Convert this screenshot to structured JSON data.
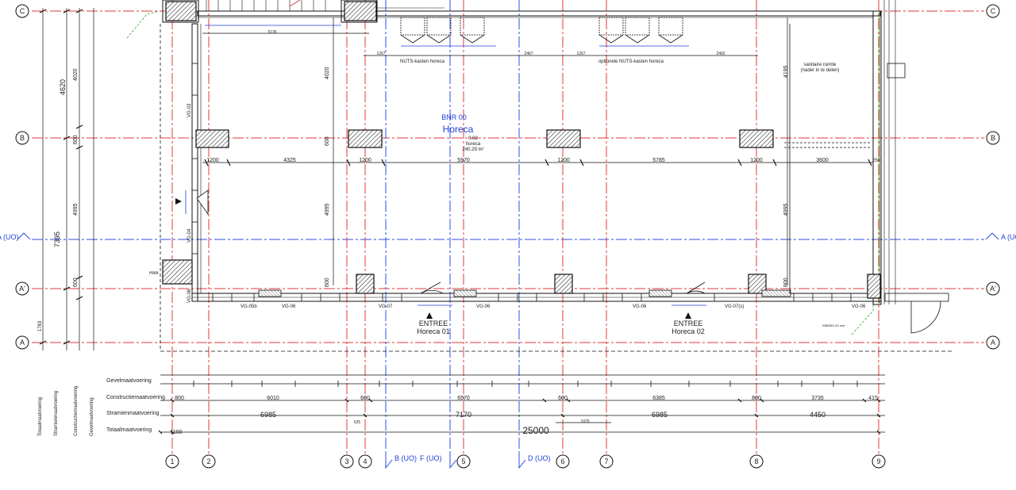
{
  "unit": {
    "code": "BNR 00",
    "name": "Horeca",
    "room_no": "0.02",
    "room_use": "horeca",
    "room_area": "240.29 m²"
  },
  "labels": {
    "nuts_left": "NUTS-kasten horeca",
    "nuts_right": "optionele NUTS-kasten horeca",
    "sanitary_line1": "sanitaire ruimte",
    "sanitary_line2": "(nader in te delen)",
    "entrance1_line1": "ENTREE",
    "entrance1_line2": "Horeca 01",
    "entrance2_line1": "ENTREE",
    "entrance2_line2": "Horeca 02",
    "hwa": "HWA",
    "minima_note": "WBDBO 60 min."
  },
  "grid": {
    "horizontal": [
      "C",
      "B",
      "A'",
      "A"
    ],
    "vertical": [
      "1",
      "2",
      "3",
      "4",
      "5",
      "6",
      "7",
      "8",
      "9"
    ],
    "blue_horizontal": "A (UO)",
    "blue_vertical": [
      "B (UO)",
      "F (UO)",
      "D (UO)"
    ]
  },
  "vertical_dims": {
    "total_outer": "7395",
    "cb": "4620",
    "ba": "4995",
    "aa": "1783",
    "b_band": "600",
    "a_band": "600",
    "inner_cb": "4020",
    "inner_ba": "4995",
    "inner_ba_right": "4995",
    "inner_cb_right": "4195",
    "small_800": "800",
    "side_250": "250"
  },
  "wall_codes": {
    "vg03": "VG-03",
    "vg04": "VG-04",
    "vg06_side": "VG-06",
    "vg05b": "VG-05b",
    "vg06_a": "VG-06",
    "vg07": "VG-07",
    "vg06_b": "VG-06",
    "vg06_c": "VG-06",
    "vg07s": "VG-07(s)",
    "vg06_d": "VG-06"
  },
  "col_dims": {
    "c1": "1200",
    "s1": "4325",
    "c2": "1200",
    "s2": "5970",
    "c3": "1200",
    "s3": "5785",
    "c4": "1200",
    "s4": "3600",
    "end": "250"
  },
  "top_dims": {
    "t1": "1267",
    "t2": "2467",
    "t3": "1267",
    "t4": "2492",
    "t5": "5135"
  },
  "dimension_rows": {
    "labels": [
      "Gevelmaatvoering",
      "Constructiemaatvoering",
      "Stramienmaatvoering",
      "Totaalmaatvoering"
    ],
    "side_labels": [
      "Totaalmaatvoering",
      "Stramienmaatvoering",
      "Constructiemaatvoering",
      "Gevelmaatvoering"
    ],
    "construction": [
      "800",
      "6010",
      "600",
      "6570",
      "600",
      "6385",
      "800",
      "3735",
      "415"
    ],
    "grid_row": [
      "6985",
      "7170",
      "6985",
      "4450"
    ],
    "total_left": "1100",
    "total": "25000",
    "small_625": "625",
    "small_1075": "1075"
  },
  "colors": {
    "grid_red": "#e23a3a",
    "grid_blue": "#2b4fe0",
    "green_note": "#3aa63a"
  }
}
